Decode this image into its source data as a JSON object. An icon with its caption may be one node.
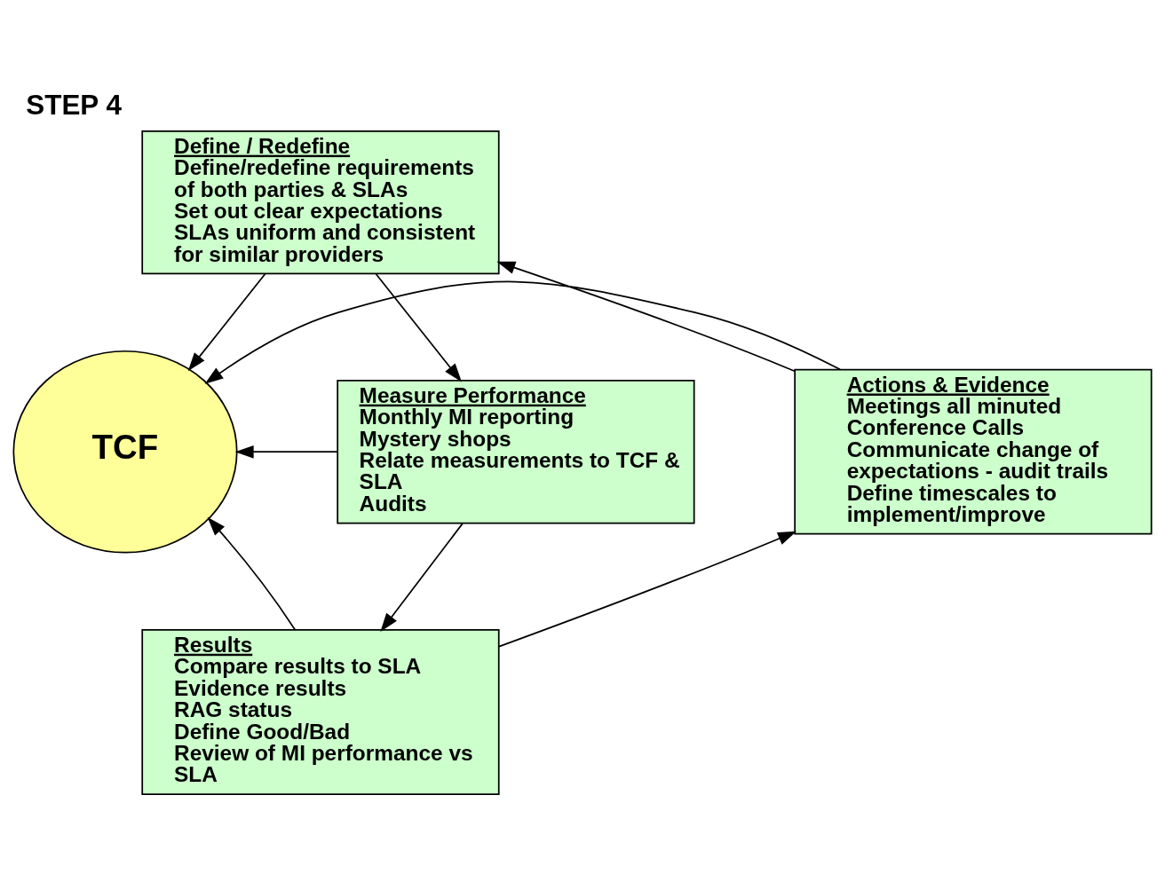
{
  "diagram": {
    "title": "STEP 4",
    "nodes": [
      {
        "text": [
          "Define / Redefine",
          "Define/redefine requirements of both parties & SLAs",
          "Set out clear expectations",
          "SLAs uniform and consistent for similar providers"
        ]
      },
      {
        "text": [
          "Actions & Evidence",
          "Meetings all minuted",
          "Conference Calls",
          "Communicate change of expectations - audit trails",
          "Define timescales to implement/improve"
        ]
      },
      {
        "text": [
          "TCF"
        ]
      },
      {
        "text": [
          "Measure Performance",
          "Monthly MI reporting",
          "Mystery shops",
          "Relate measurements to TCF & SLA",
          "Audits"
        ]
      },
      {
        "text": [
          "Results",
          "Compare results to SLA",
          "Evidence results",
          "RAG status",
          "Define Good/Bad",
          "Review of MI performance vs SLA"
        ]
      }
    ],
    "edges": [
      {
        "from": 0,
        "to": 2,
        "arrow": "to"
      },
      {
        "from": 1,
        "to": 2,
        "arrow": "to"
      },
      {
        "from": 3,
        "to": 2,
        "arrow": "to"
      },
      {
        "from": 4,
        "to": 2,
        "arrow": "to"
      },
      {
        "from": 0,
        "to": 3,
        "arrow": "to"
      },
      {
        "from": 3,
        "to": 4,
        "arrow": "to"
      },
      {
        "from": 4,
        "to": 1,
        "arrow": "to"
      },
      {
        "from": 1,
        "to": 0,
        "arrow": "to"
      }
    ]
  }
}
